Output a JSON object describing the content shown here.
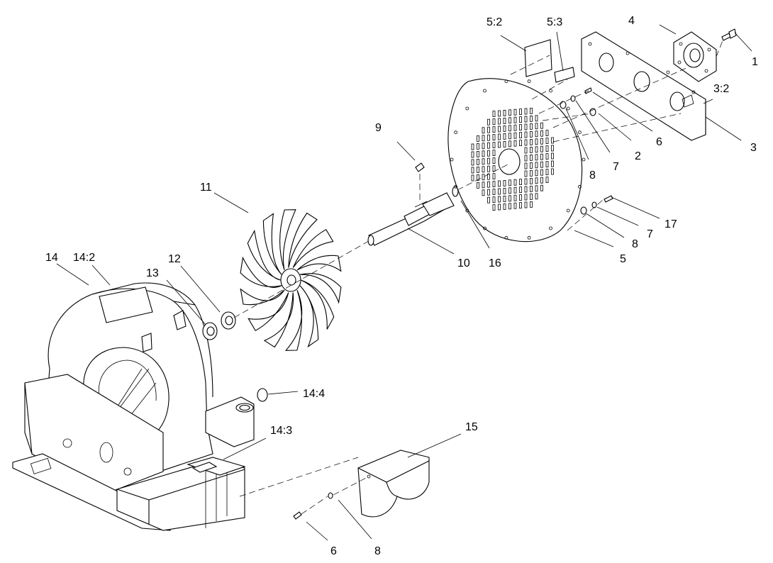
{
  "callouts": [
    {
      "id": "c1",
      "label": "1"
    },
    {
      "id": "c2",
      "label": "2"
    },
    {
      "id": "c3",
      "label": "3"
    },
    {
      "id": "c3_2",
      "label": "3:2"
    },
    {
      "id": "c4",
      "label": "4"
    },
    {
      "id": "c5",
      "label": "5"
    },
    {
      "id": "c5_2",
      "label": "5:2"
    },
    {
      "id": "c5_3",
      "label": "5:3"
    },
    {
      "id": "c6a",
      "label": "6"
    },
    {
      "id": "c6b",
      "label": "6"
    },
    {
      "id": "c7a",
      "label": "7"
    },
    {
      "id": "c7b",
      "label": "7"
    },
    {
      "id": "c8a",
      "label": "8"
    },
    {
      "id": "c8b",
      "label": "8"
    },
    {
      "id": "c8c",
      "label": "8"
    },
    {
      "id": "c9",
      "label": "9"
    },
    {
      "id": "c10",
      "label": "10"
    },
    {
      "id": "c11",
      "label": "11"
    },
    {
      "id": "c12",
      "label": "12"
    },
    {
      "id": "c13",
      "label": "13"
    },
    {
      "id": "c14",
      "label": "14"
    },
    {
      "id": "c14_2",
      "label": "14:2"
    },
    {
      "id": "c14_3",
      "label": "14:3"
    },
    {
      "id": "c14_4",
      "label": "14:4"
    },
    {
      "id": "c15",
      "label": "15"
    },
    {
      "id": "c16",
      "label": "16"
    },
    {
      "id": "c17",
      "label": "17"
    }
  ]
}
